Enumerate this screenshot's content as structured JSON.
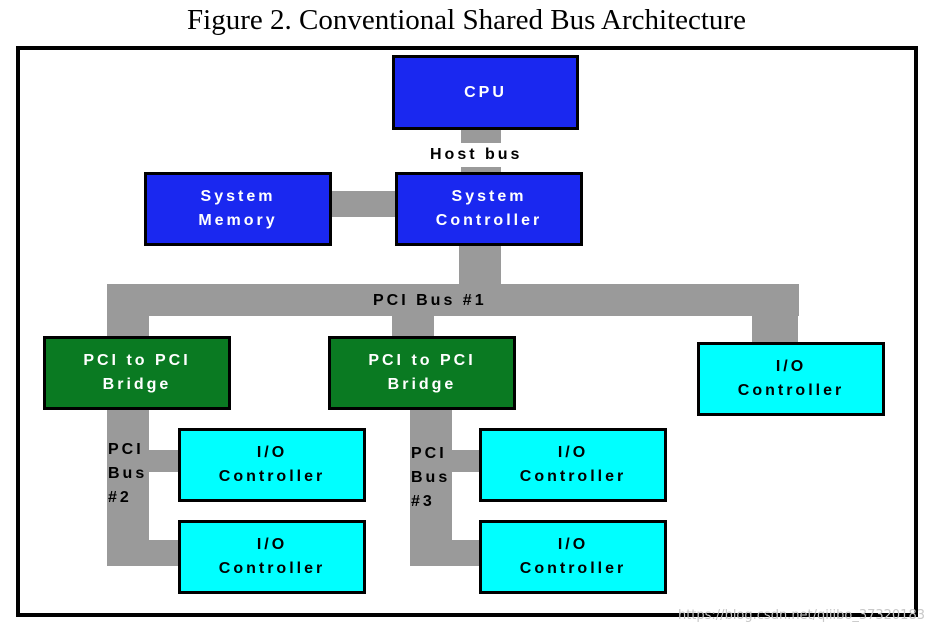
{
  "title": "Figure 2. Conventional Shared Bus Architecture",
  "colors": {
    "bus": "#9a9a9a",
    "cpu_memory_controller": "#1a28f0",
    "bridge": "#0a7a22",
    "io_controller": "#00ffff"
  },
  "nodes": {
    "cpu": "CPU",
    "system_memory": "System\nMemory",
    "system_controller": "System\nController",
    "bridge_1": "PCI to PCI\nBridge",
    "bridge_2": "PCI to PCI\nBridge",
    "io_right": "I/O\nController",
    "io_a1": "I/O\nController",
    "io_a2": "I/O\nController",
    "io_b1": "I/O\nController",
    "io_b2": "I/O\nController"
  },
  "bus_labels": {
    "host_bus": "Host bus",
    "pci_bus_1": "PCI Bus #1",
    "pci_bus_2": "PCI\nBus\n#2",
    "pci_bus_3": "PCI\nBus\n#3"
  },
  "watermark": "https://blog.csdn.net/qiiibo_37320183"
}
